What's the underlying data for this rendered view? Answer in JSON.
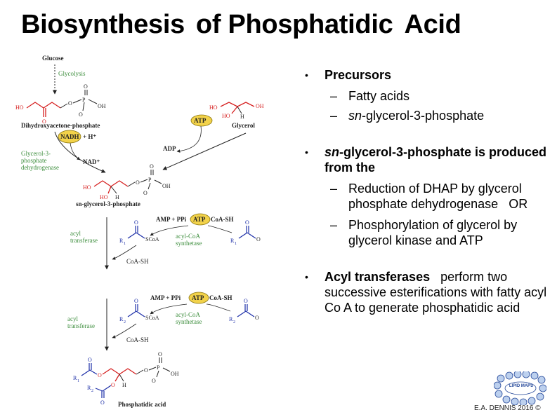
{
  "title": {
    "word1": "Biosynthesis",
    "word2": "of Phosphatidic",
    "word3": "Acid"
  },
  "diagram": {
    "glucose": "Glucose",
    "glycolysis": "Glycolysis",
    "dhap_name": "Dihydroxyacetone-phosphate",
    "nadh": "NADH",
    "plus_h": "+ H⁺",
    "nad": "NAD⁺",
    "g3p_dehydrogenase": [
      "Glycerol-3-",
      "phosphate",
      "dehydrogenase"
    ],
    "atp": "ATP",
    "glycerol": "Glycerol",
    "adp": "ADP",
    "g3p_name": "sn-glycerol-3-phosphate",
    "amp_ppi": "AMP + PPi",
    "coa_sh": "CoA-SH",
    "acyl_transferase": [
      "acyl",
      "transferase"
    ],
    "acyl_coa_synthetase": [
      "acyl-CoA",
      "synthetase"
    ],
    "scoa": "SCoA",
    "coa_sh_release": "CoA-SH",
    "r1": "R",
    "r2": "R",
    "sub1": "1",
    "sub2": "2",
    "pa_name": "Phosphatidic acid",
    "atoms": {
      "ho": "HO",
      "oh": "OH",
      "o": "O",
      "o_minus": "O",
      "p": "P",
      "h": "H"
    }
  },
  "bullets": {
    "precursors": "Precursors",
    "fatty_acids": "Fatty acids",
    "g3p_prefix": "sn",
    "g3p_rest": "-glycerol-3-phosphate",
    "produced_prefix": "sn",
    "produced_rest": "-glycerol-3-phosphate is produced from the",
    "reduction": "Reduction of DHAP by glycerol phosphate dehydrogenase",
    "or": "OR",
    "phosphorylation": "Phosphorylation of glycerol by glycerol kinase and ATP",
    "acyl_hd": "Acyl transferases",
    "acyl_rest": "perform two successive esterifications with fatty acyl Co A to generate phosphatidic acid"
  },
  "logo_text": "LIPID MAPS",
  "credit": "E.A. DENNIS 2016 ©",
  "colors": {
    "red": "#d62020",
    "blue": "#1d2fa8",
    "green": "#3f8f3f",
    "atp_fill": "#f2d24a"
  }
}
